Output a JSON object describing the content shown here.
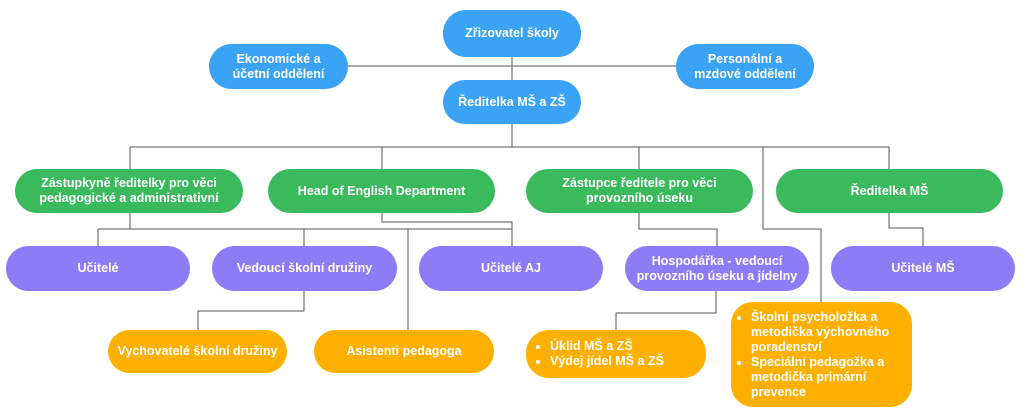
{
  "top": {
    "founder": "Zřizovatel školy",
    "economic": "Ekonomické a účetní oddělení",
    "personnel": "Personální a mzdové oddělení",
    "director": "Ředitelka MŠ a ZŠ"
  },
  "level2": {
    "deputy_ped": "Zástupkyně ředitelky pro věci pedagogické a administrativní",
    "english_head": "Head of English Department",
    "deputy_ops": "Zástupce ředitele pro věci provozního úseku",
    "ms_director": "Ředitelka MŠ"
  },
  "level3": {
    "teachers": "Učitelé",
    "club_head": "Vedoucí školní družiny",
    "english_teachers": "Učitelé AJ",
    "steward": "Hospodářka - vedoucí provozního úseku a jídelny",
    "ms_teachers": "Učitelé MŠ"
  },
  "level4": {
    "club_educators": "Vychovatelé školní družiny",
    "assistants": "Asistenti pedagoga",
    "ops_items": [
      "Úklid MŠ a ZŠ",
      "Výdej jídel MŠ a ZŠ"
    ],
    "counsel_items": [
      "Školní psycholožka a metodička výchovného poradenství",
      "Speciální pedagožka a metodička primární prevence"
    ]
  }
}
